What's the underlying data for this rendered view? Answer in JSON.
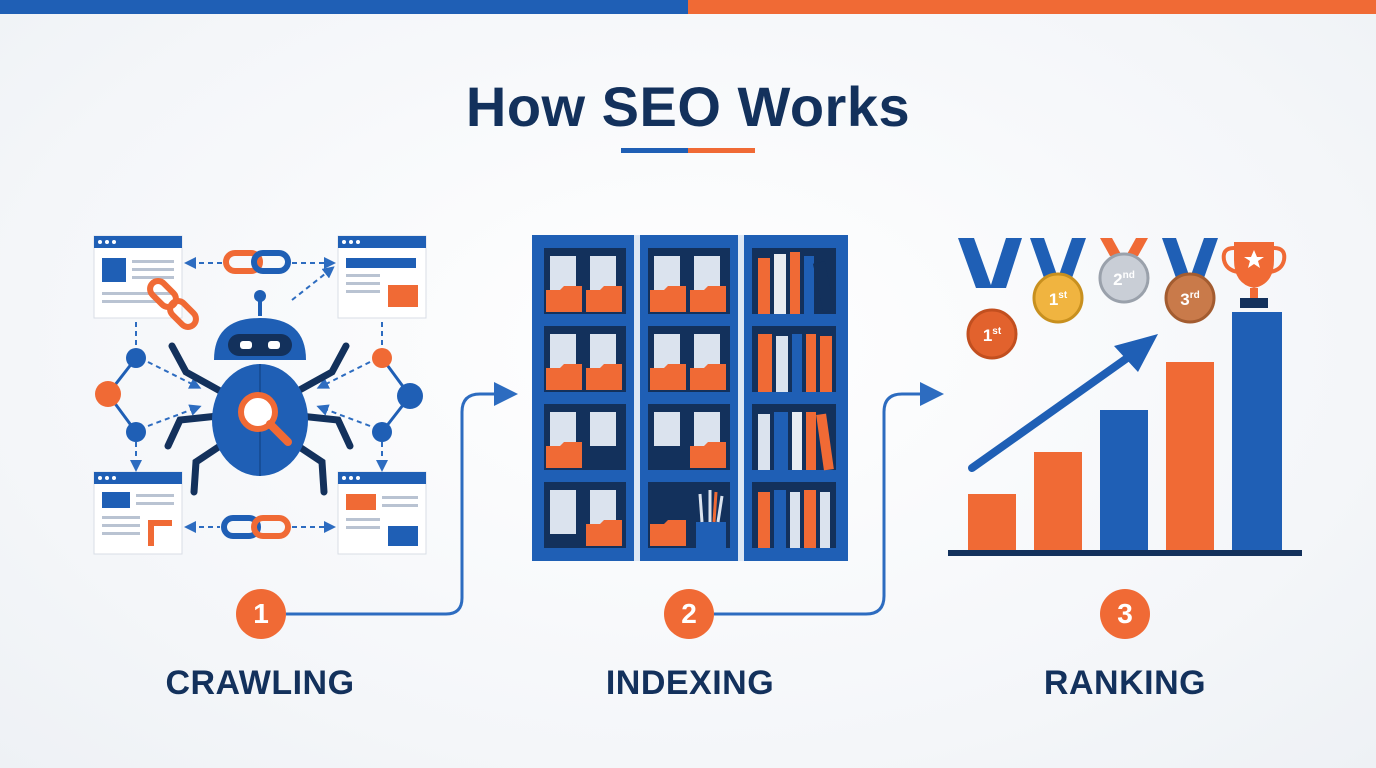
{
  "title": "How SEO Works",
  "colors": {
    "primary_blue": "#1f5fb5",
    "accent_orange": "#f06a35",
    "navy": "#13315c"
  },
  "steps": [
    {
      "number": "1",
      "label": "CRAWLING",
      "icon": "spider-robot-icon"
    },
    {
      "number": "2",
      "label": "INDEXING",
      "icon": "bookshelf-icon"
    },
    {
      "number": "3",
      "label": "RANKING",
      "icon": "ranking-chart-icon"
    }
  ],
  "medals": [
    {
      "rank": "1",
      "suffix": "st"
    },
    {
      "rank": "1",
      "suffix": "st"
    },
    {
      "rank": "2",
      "suffix": "nd"
    },
    {
      "rank": "3",
      "suffix": "rd"
    }
  ]
}
